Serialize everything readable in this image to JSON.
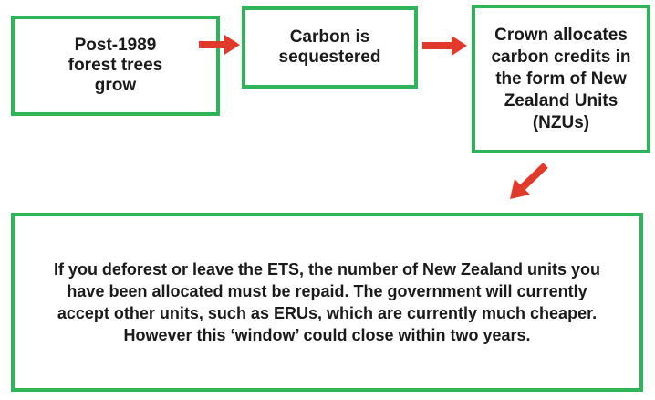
{
  "steps": {
    "tree_growth": "Post-1989 forest trees grow",
    "sequestration": "Carbon is sequestered",
    "credit_allocation": "Crown allocates carbon credits in the form of New Zealand Units (NZUs)"
  },
  "note": {
    "text": "If you deforest or leave the ETS, the number of New Zealand units you have been allocated must be repaid. The government will currently accept other units, such as ERUs, which are currently much cheaper. However this ‘window’ could close within two years."
  },
  "colors": {
    "box_border": "#2fb45a",
    "arrow": "#e23a2a"
  }
}
